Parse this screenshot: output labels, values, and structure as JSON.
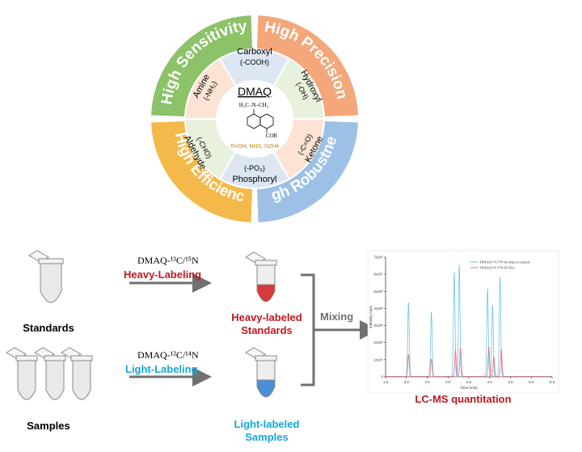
{
  "wheel": {
    "outer_labels": [
      "High Sensitivity",
      "High Precision",
      "High Robustness",
      "High Efficiency"
    ],
    "outer_colors": [
      "#8CC268",
      "#F3A77A",
      "#9DC0E6",
      "#F5B84B"
    ],
    "inner_groups": [
      {
        "name": "Carboxyl",
        "formula": "(-COOH)"
      },
      {
        "name": "Hydroxyl",
        "formula": "(-OH)"
      },
      {
        "name": "Ketone",
        "formula": "(-C=O)"
      },
      {
        "name": "Phosphoryl",
        "formula": "(-PO₃)"
      },
      {
        "name": "Aldehyde",
        "formula": "(-CHO)"
      },
      {
        "name": "Amine",
        "formula": "(-NH₂)"
      }
    ],
    "inner_colors": [
      "#DDE7F4",
      "#E7F1DC",
      "#FCE3D3",
      "#DDE7F4",
      "#E7F1DC",
      "#FCE3D3"
    ],
    "center_title": "DMAQ",
    "center_r_note": "R=OH, NHS, N2H4",
    "structure_top": "H₃C–N–CH₃",
    "structure_cor": "COR"
  },
  "workflow": {
    "standards_label": "Standards",
    "samples_label": "Samples",
    "heavy_reagent": "DMAQ-¹³C/¹⁵N",
    "light_reagent": "DMAQ-¹²C/¹⁴N",
    "heavy_step": "Heavy-Labeling",
    "light_step": "Light-Labeling",
    "heavy_product": [
      "Heavy-labeled",
      "Standards"
    ],
    "light_product": [
      "Light-labeled",
      "Samples"
    ],
    "mixing": "Mixing",
    "lcms": "LC-MS quantitation",
    "heavy_color": "#C0171F",
    "light_color": "#13A6DA"
  },
  "chart_data": {
    "type": "line",
    "xlabel": "Time (min)",
    "ylabel": "Intensity (cps)",
    "xlim": [
      1.5,
      5.5
    ],
    "ylim": [
      0,
      700000
    ],
    "xticks": [
      "1.5",
      "2.0",
      "2.5",
      "3.0",
      "3.5",
      "4.0",
      "4.5",
      "5.0",
      "5.5"
    ],
    "yticks": [
      "0",
      "1x10⁵",
      "2x10⁵",
      "3x10⁵",
      "4x10⁵",
      "5x10⁵",
      "6x10⁵",
      "7x10⁵"
    ],
    "series": [
      {
        "name": "DMAQ-¹²C/¹⁴N-biological sample",
        "color": "#6FC3E8",
        "peaks": [
          [
            2.05,
            430000
          ],
          [
            2.6,
            375000
          ],
          [
            3.15,
            605000
          ],
          [
            3.27,
            650000
          ],
          [
            3.95,
            510000
          ],
          [
            4.07,
            415000
          ],
          [
            4.25,
            580000
          ]
        ]
      },
      {
        "name": "DMAQ-¹³C/¹⁵N-SCFAs",
        "color": "#E0707F",
        "peaks": [
          [
            2.05,
            125000
          ],
          [
            2.6,
            100000
          ],
          [
            3.18,
            150000
          ],
          [
            3.3,
            165000
          ],
          [
            3.98,
            170000
          ],
          [
            4.1,
            115000
          ],
          [
            4.28,
            155000
          ]
        ]
      }
    ]
  }
}
